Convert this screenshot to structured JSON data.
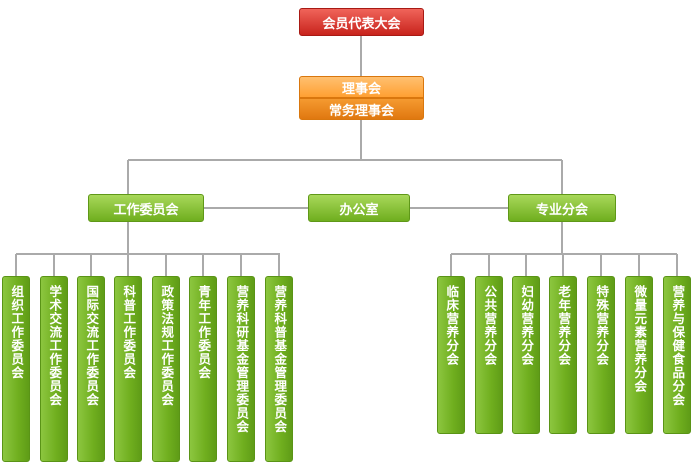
{
  "top": "会员代表大会",
  "council": "理事会",
  "standing_council": "常务理事会",
  "branches": {
    "left": "工作委员会",
    "middle": "办公室",
    "right": "专业分会"
  },
  "committees": [
    "组织工作委员会",
    "学术交流工作委员会",
    "国际交流工作委员会",
    "科普工作委员会",
    "政策法规工作委员会",
    "青年工作委员会",
    "营养科研基金管理委员会",
    "营养科普基金管理委员会"
  ],
  "branch_societies": [
    "临床营养分会",
    "公共营养分会",
    "妇幼营养分会",
    "老年营养分会",
    "特殊营养分会",
    "微量元素营养分会",
    "营养与保健食品分会"
  ]
}
